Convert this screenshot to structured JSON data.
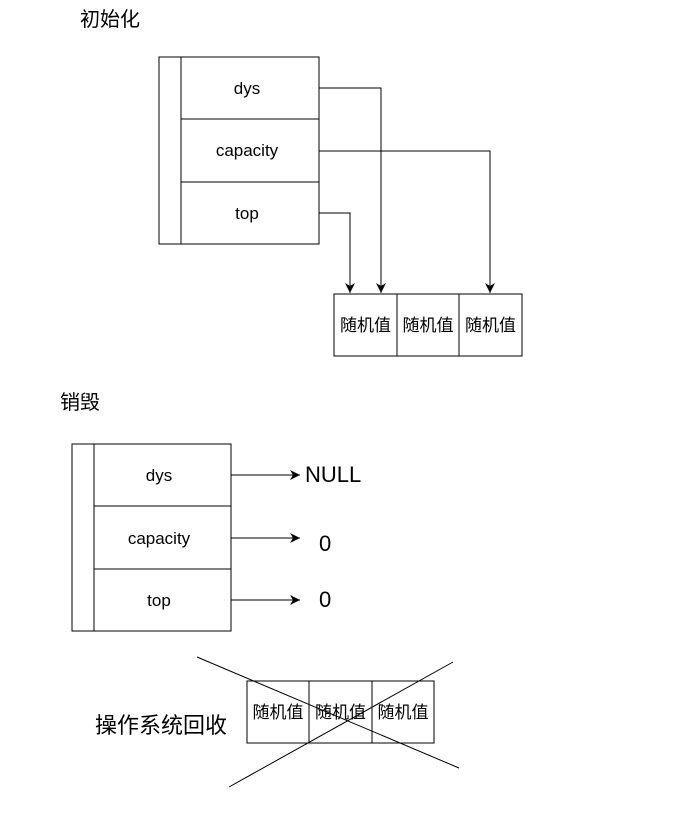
{
  "init": {
    "title": "初始化",
    "fields": [
      "dys",
      "capacity",
      "top"
    ],
    "cells": [
      "随机值",
      "随机值",
      "随机值"
    ]
  },
  "destroy": {
    "title": "销毁",
    "fields": [
      "dys",
      "capacity",
      "top"
    ],
    "values": [
      "NULL",
      "0",
      "0"
    ],
    "cells": [
      "随机值",
      "随机值",
      "随机值"
    ],
    "reclaim_label": "操作系统回收"
  }
}
